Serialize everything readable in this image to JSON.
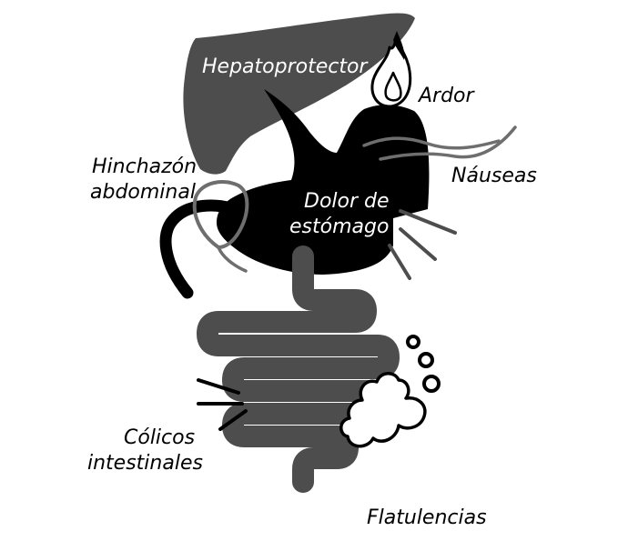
{
  "labels": {
    "hepatoprotector": "Hepatoprotector",
    "ardor": "Ardor",
    "nauseas": "Náuseas",
    "hinchazon_line1": "Hinchazón",
    "hinchazon_line2": "abdominal",
    "dolor_line1": "Dolor de",
    "dolor_line2": "estómago",
    "colicos_line1": "Cólicos",
    "colicos_line2": "intestinales",
    "flatulencias": "Flatulencias"
  },
  "colors": {
    "liver": "#4d4d4d",
    "stomach": "#000000",
    "intestine": "#4d4d4d",
    "wavy_lines": "#6e6e6e",
    "label_text": "#000000",
    "label_on_dark": "#ffffff"
  }
}
